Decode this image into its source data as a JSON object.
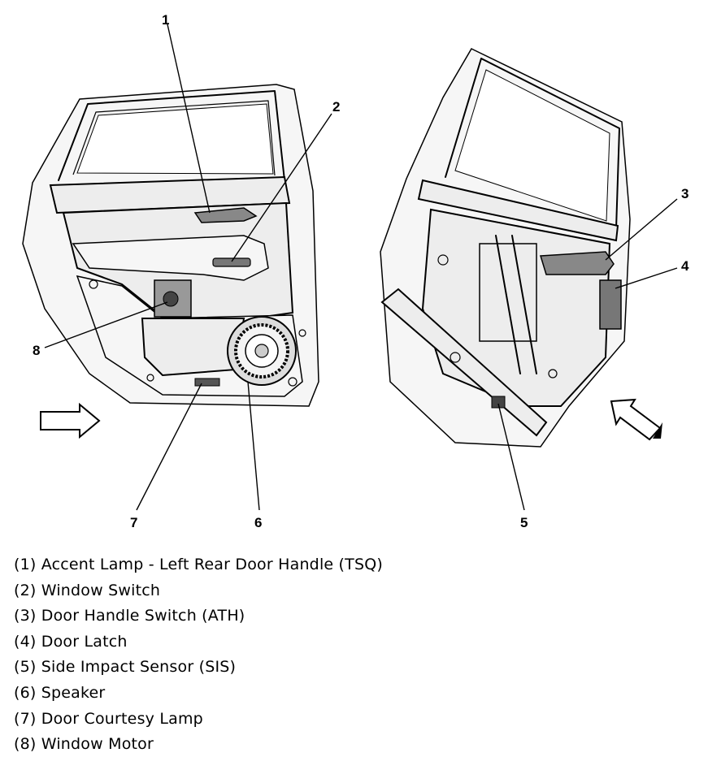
{
  "callouts": [
    {
      "id": "1",
      "label": "1"
    },
    {
      "id": "2",
      "label": "2"
    },
    {
      "id": "3",
      "label": "3"
    },
    {
      "id": "4",
      "label": "4"
    },
    {
      "id": "5",
      "label": "5"
    },
    {
      "id": "6",
      "label": "6"
    },
    {
      "id": "7",
      "label": "7"
    },
    {
      "id": "8",
      "label": "8"
    }
  ],
  "legend": [
    "(1) Accent Lamp - Left Rear Door Handle (TSQ)",
    "(2) Window Switch",
    "(3) Door Handle Switch (ATH)",
    "(4) Door Latch",
    "(5) Side Impact Sensor (SIS)",
    "(6) Speaker",
    "(7) Door Courtesy Lamp",
    "(8) Window Motor"
  ]
}
